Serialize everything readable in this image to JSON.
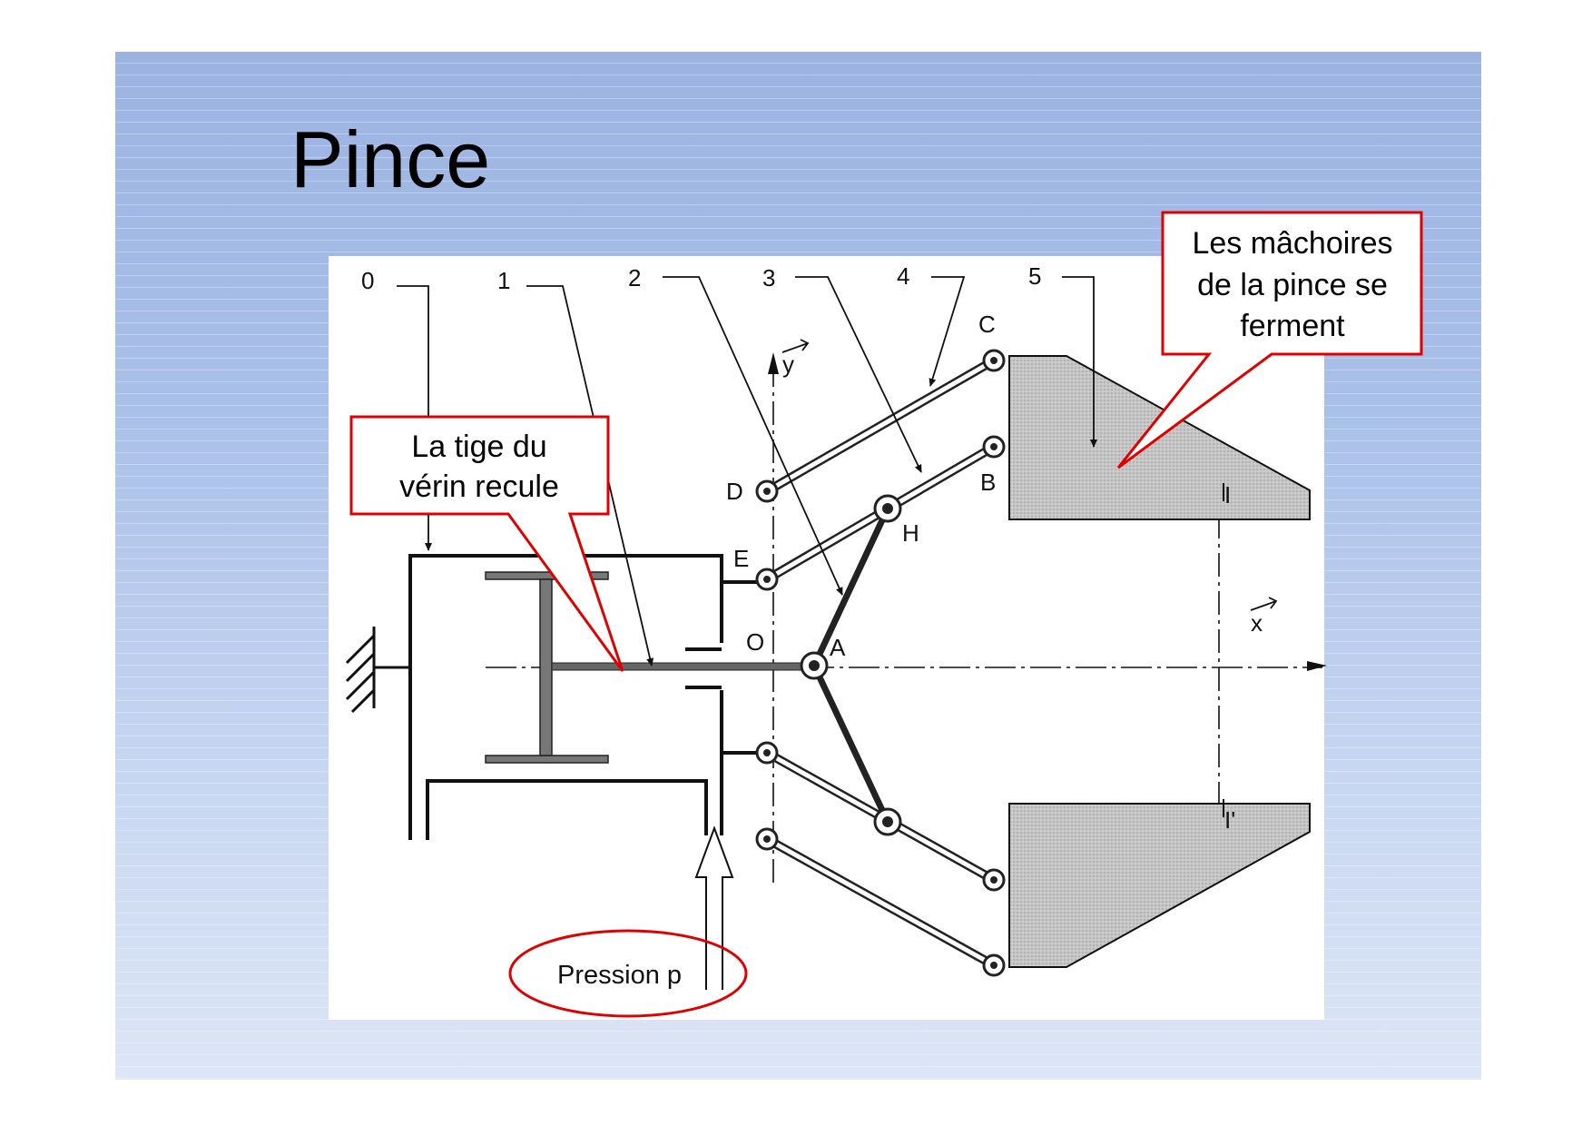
{
  "title": "Pince",
  "part_labels": [
    "0",
    "1",
    "2",
    "3",
    "4",
    "5"
  ],
  "point_labels": {
    "A": "A",
    "B": "B",
    "C": "C",
    "D": "D",
    "E": "E",
    "H": "H",
    "O": "O",
    "I": "I",
    "I_prime": "I'"
  },
  "axes": {
    "x": "x",
    "y": "y"
  },
  "callouts": {
    "rod": [
      "La tige du",
      "vérin recule"
    ],
    "jaws": [
      "Les mâchoires",
      "de la pince se",
      "ferment"
    ]
  },
  "pressure_label": "Pression p",
  "colors": {
    "callout_border": "#e00000",
    "jaw_fill": "#c8c8c8",
    "accent": "#e00000"
  }
}
